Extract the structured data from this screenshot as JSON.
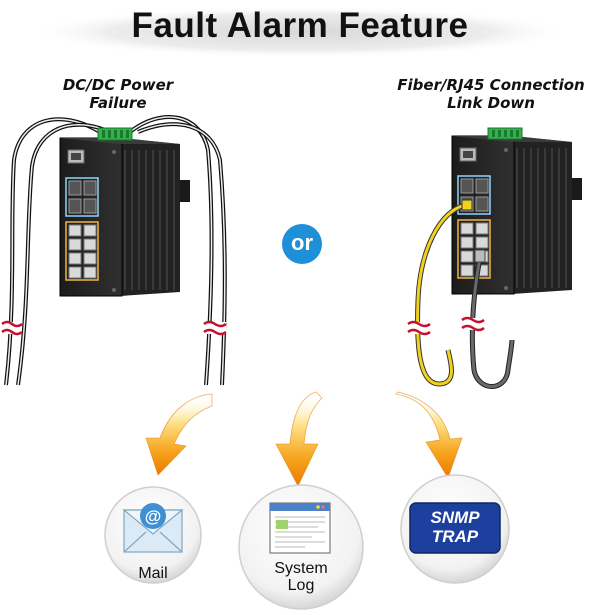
{
  "title": "Fault Alarm Feature",
  "left_caption": {
    "line1": "DC/DC Power",
    "line2": "Failure"
  },
  "right_caption": {
    "line1": "Fiber/RJ45 Connection",
    "line2": "Link Down"
  },
  "or_label": "or",
  "outputs": {
    "mail": {
      "label": "Mail",
      "icon": "mail-icon"
    },
    "syslog": {
      "line1": "System",
      "line2": "Log",
      "icon": "system-log-icon"
    },
    "snmp": {
      "line1": "SNMP",
      "line2": "TRAP",
      "icon": "snmp-trap-icon"
    }
  },
  "colors": {
    "arrow": "#f39800",
    "or_badge": "#1e8fd9",
    "snmp_badge": "#1d3f9e",
    "fiber_cable": "#f2d21c",
    "rj45_cable": "#555555",
    "power_terminal": "#2fb34a",
    "break_mark": "#c8102e"
  }
}
